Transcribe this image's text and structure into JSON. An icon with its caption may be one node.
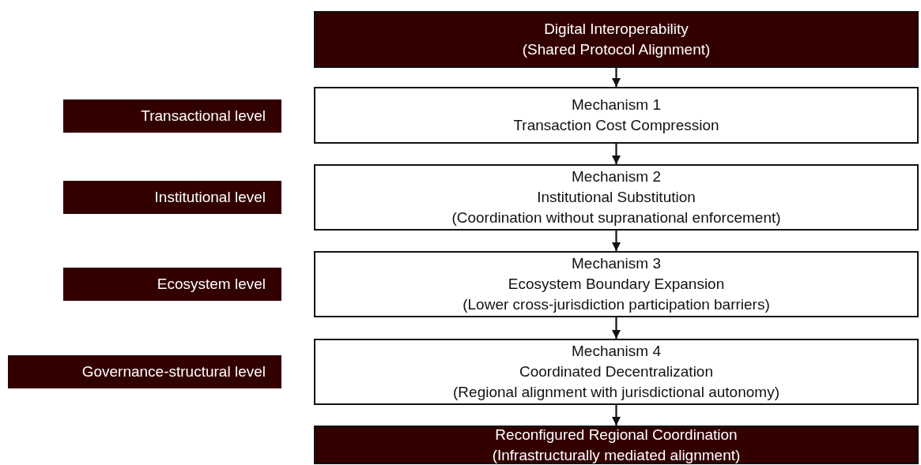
{
  "diagram": {
    "nodes": [
      {
        "text": [
          "Digital Interoperability",
          "(Shared Protocol Alignment)"
        ]
      },
      {
        "text": [
          "Mechanism 1",
          "Transaction Cost Compression"
        ]
      },
      {
        "text": [
          "Mechanism 2",
          "Institutional Substitution",
          "(Coordination without supranational enforcement)"
        ]
      },
      {
        "text": [
          "Mechanism 3",
          "Ecosystem Boundary Expansion",
          "(Lower cross-jurisdiction participation barriers)"
        ]
      },
      {
        "text": [
          "Mechanism 4",
          "Coordinated Decentralization",
          "(Regional alignment with jurisdictional autonomy)"
        ]
      },
      {
        "text": [
          "Reconfigured Regional Coordination",
          "(Infrastructurally mediated alignment)"
        ]
      },
      {
        "text": [
          "Transactional level"
        ]
      },
      {
        "text": [
          "Institutional level"
        ]
      },
      {
        "text": [
          "Ecosystem level"
        ]
      },
      {
        "text": [
          "Governance-structural level"
        ]
      }
    ],
    "edges": [
      {
        "from": 0,
        "to": 1,
        "arrow": "to"
      },
      {
        "from": 1,
        "to": 2,
        "arrow": "to"
      },
      {
        "from": 2,
        "to": 3,
        "arrow": "to"
      },
      {
        "from": 3,
        "to": 4,
        "arrow": "to"
      },
      {
        "from": 4,
        "to": 5,
        "arrow": "to"
      }
    ]
  }
}
